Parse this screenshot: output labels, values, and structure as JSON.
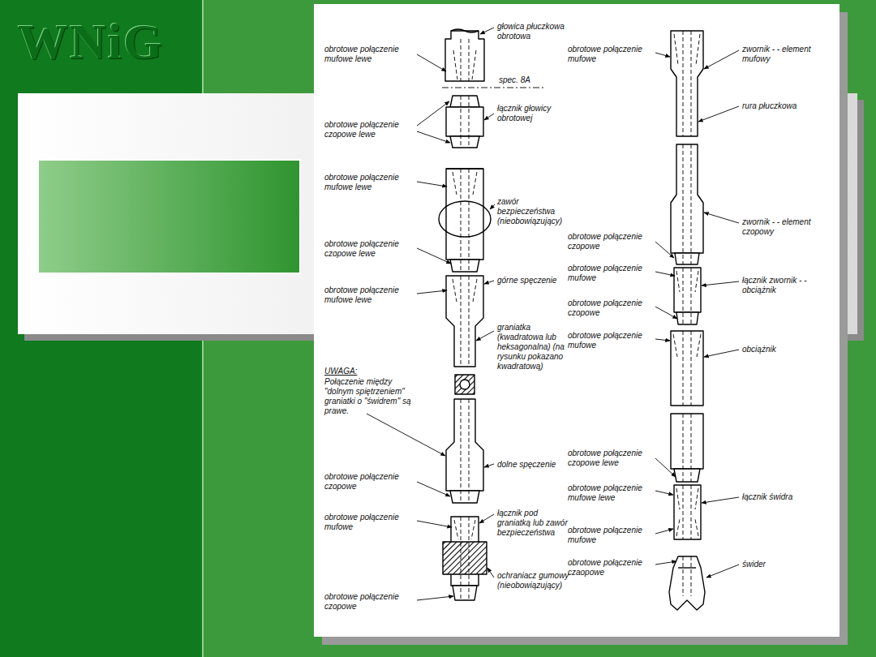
{
  "diagram": {
    "labels": [
      "WNiG",
      "głowica płuczkowa obrotowa",
      "obrotowe połączenie mufowe lewe",
      "spec. 8A",
      "obrotowe połączenie czopowe lewe",
      "łącznik głowicy obrotowej",
      "obrotowe połączenie mufowe lewe",
      "zawór bezpieczeństwa (nieobowiązujący)",
      "obrotowe połączenie czopowe lewe",
      "obrotowe połączenie mufowe lewe",
      "górne spęczenie",
      "graniatka (kwadratowa lub heksagonalna) (na rysunku pokazano kwadratową)",
      "UWAGA:",
      "Połączenie między \"dolnym spiętrzeniem\" graniatki o \"świdrem\" są prawe.",
      "dolne spęczenie",
      "obrotowe połączenie czopowe",
      "obrotowe połączenie mufowe",
      "łącznik pod graniatką lub zawór bezpieczeństwa",
      "ochraniacz gumowy (nieobowiązujący)",
      "obrotowe połączenie czopowe",
      "obrotowe połączenie mufowe",
      "zwornik - - element mufowy",
      "rura płuczkowa",
      "zwornik - - element czopowy",
      "obrotowe połączenie czopowe",
      "obrotowe połączenie mufowe",
      "łącznik zwornik - - obciążnik",
      "obrotowe połączenie czopowe",
      "obrotowe połączenie mufowe",
      "obciążnik",
      "obrotowe połączenie czopowe lewe",
      "obrotowe połączenie mufowe lewe",
      "łącznik świdra",
      "obrotowe połączenie mufowe",
      "obrotowe połączenie czaopowe",
      "świder"
    ]
  }
}
